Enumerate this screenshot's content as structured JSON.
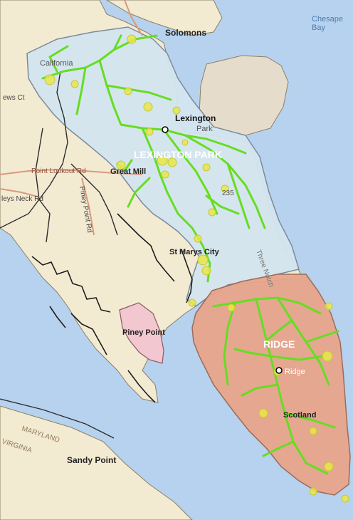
{
  "map": {
    "labels": {
      "solomons": "Solomons",
      "chesapeake_bay": "Chesape\nBay",
      "california": "California",
      "lexington": "Lexington",
      "park": "Park",
      "lexington_park_district": "LEXINGTON PARK",
      "ridge_district": "RIDGE",
      "ews_ct": "ews Ct",
      "point_lookout_rd": "Point Lookout Rd",
      "great_mills": "Great Mill",
      "ley_neck_rd": "leys Neck Rd",
      "piney_point_rd": "Piney Point Rd",
      "route_235": "235",
      "st_marys_city": "St Marys City",
      "piney_point": "Piney Point",
      "st_inigoes": "Ridge",
      "scotland": "Scotland",
      "maryland": "MARYLAND",
      "virginia": "VIRGINIA",
      "sandy_point": "Sandy Point",
      "three_notch": "Three Notch"
    },
    "colors": {
      "water": "#b7d2ee",
      "land": "#f3ead2",
      "lexington_zone": "#d3e5ef",
      "ridge_zone": "#e7a48a",
      "piney_zone": "#f2c7cf",
      "network_line": "#66dd22",
      "node": "#e8e84a",
      "boundary": "#2d2d2d"
    }
  }
}
